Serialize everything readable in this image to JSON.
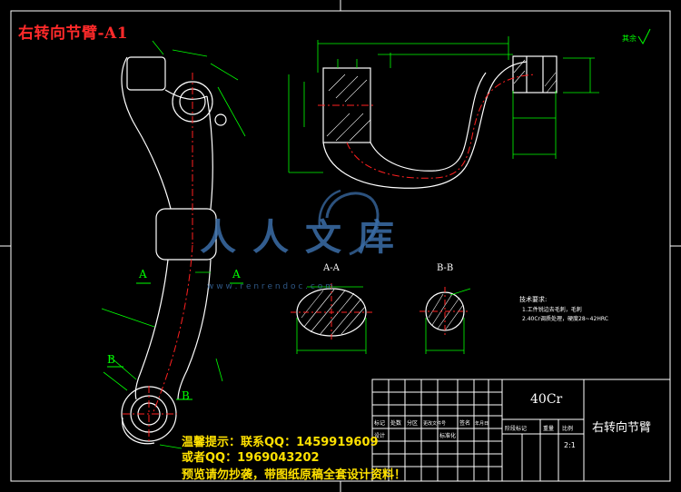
{
  "drawing": {
    "title": "右转向节臂-A1",
    "material": "40Cr",
    "part_name": "右转向节臂",
    "scale": "2:1",
    "roughness": "其余"
  },
  "sections": {
    "a_label": "A",
    "b_label": "B",
    "aa_title": "A-A",
    "bb_title": "B-B"
  },
  "tech_requirements": {
    "title": "技术要求:",
    "items": [
      "1.工件锐边去毛刺，毛刺",
      "2.40Cr调质处理，硬度28~42HRC"
    ]
  },
  "title_block": {
    "row_labels": [
      "标记",
      "处数",
      "分区",
      "更改文件号",
      "签名",
      "年月日"
    ],
    "design_label": "设计",
    "standard_label": "标准化",
    "stage_label": "阶段标记",
    "weight_label": "重量",
    "scale_label": "比例"
  },
  "watermark": {
    "text": "人人文库",
    "url": "w w w . r e n r e n d o c . c o m"
  },
  "notes": {
    "line1": "温馨提示：联系QQ：1459919609",
    "line2": "或者QQ：1969043202",
    "line3": "预览请勿抄袭，带图纸原稿全套设计资料！"
  },
  "colors": {
    "background": "#000000",
    "lines": "#ffffff",
    "dims": "#00ff00",
    "centerlines": "#ff2020",
    "title": "#ff2a2a",
    "notes": "#ffe100",
    "watermark": "#3b6ea8"
  }
}
